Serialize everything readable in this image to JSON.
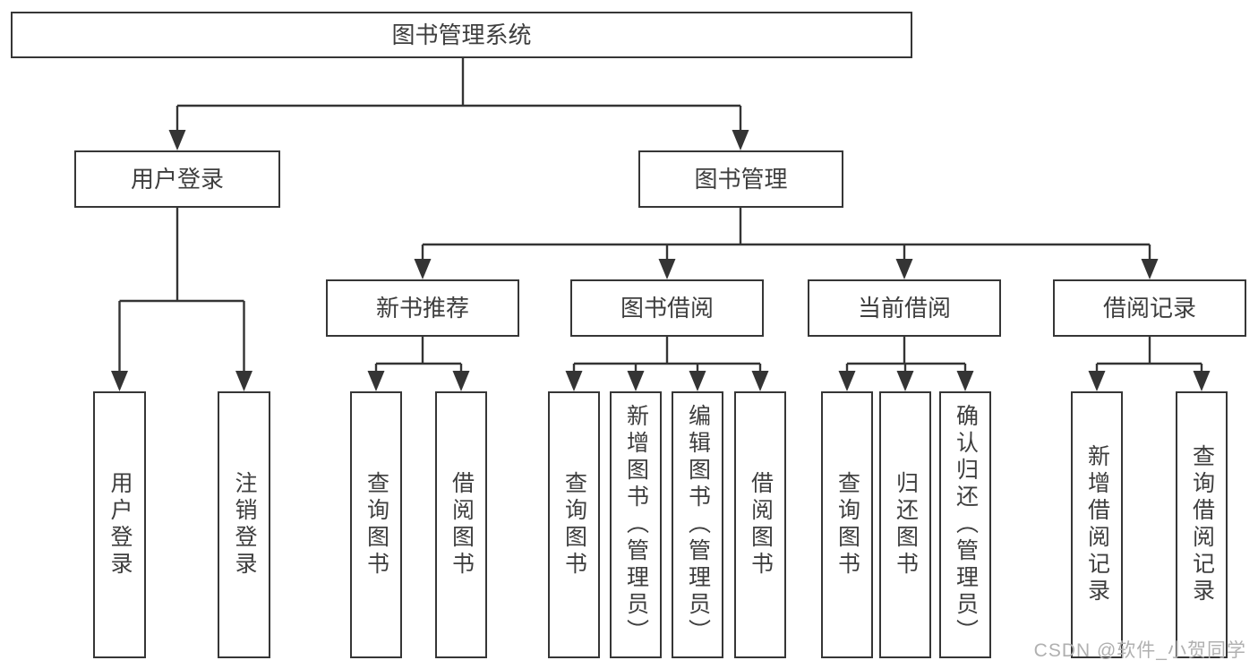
{
  "tree": {
    "root": "图书管理系统",
    "branches": {
      "user": "用户登录",
      "mgmt": "图书管理"
    },
    "sections": [
      "新书推荐",
      "图书借阅",
      "当前借阅",
      "借阅记录"
    ],
    "leaves": {
      "user": [
        "用户登录",
        "注销登录"
      ],
      "recommend": [
        "查询图书",
        "借阅图书"
      ],
      "borrow": [
        "查询图书",
        "新增图书（管理员）",
        "编辑图书（管理员）",
        "借阅图书"
      ],
      "current": [
        "查询图书",
        "归还图书",
        "确认归还（管理员）"
      ],
      "records": [
        "新增借阅记录",
        "查询借阅记录"
      ]
    }
  },
  "watermark": "CSDN @软件_小贺同学"
}
